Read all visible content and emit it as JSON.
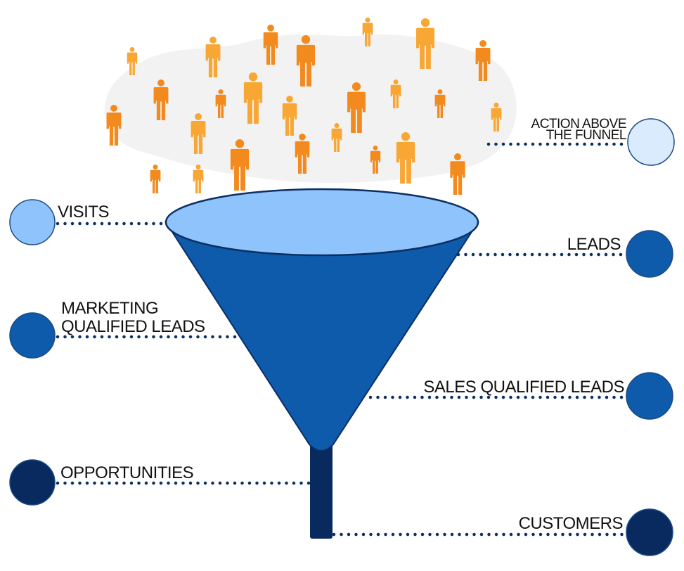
{
  "colors": {
    "person_dark": "#f28a1e",
    "person_light": "#f8a634",
    "cloud": "#f2f2f2",
    "funnel_top": "#8ec3fb",
    "funnel_body": "#0e5aab",
    "funnel_outline": "#0c2f63",
    "stem": "#082a5e",
    "dots": "#0c2f63"
  },
  "stages": {
    "action_above_funnel": {
      "line1": "ACTION ABOVE",
      "line2": "THE FUNNEL",
      "color": "#d9ebfc"
    },
    "visits": {
      "label": "VISITS",
      "color": "#8ec3fb"
    },
    "leads": {
      "label": "LEADS",
      "color": "#0e5aab"
    },
    "mql": {
      "line1": "MARKETING",
      "line2": "QUALIFIED LEADS",
      "color": "#0e5aab"
    },
    "sql": {
      "label": "SALES QUALIFIED LEADS",
      "color": "#0e5aab"
    },
    "opportunities": {
      "label": "OPPORTUNITIES",
      "color": "#082a5e"
    },
    "customers": {
      "label": "CUSTOMERS",
      "color": "#082a5e"
    }
  }
}
